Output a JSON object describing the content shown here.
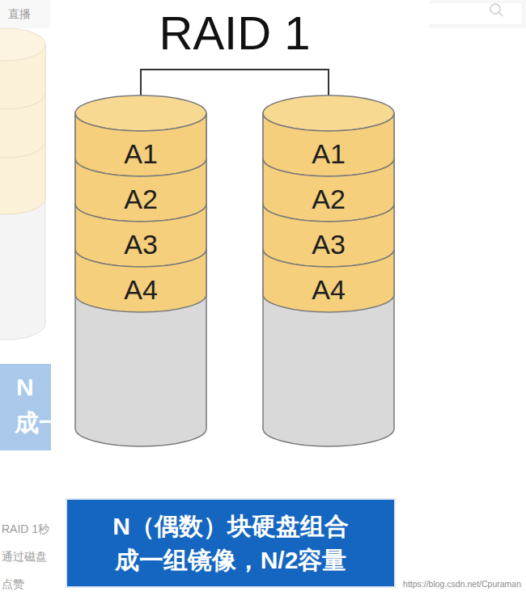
{
  "diagram": {
    "title": "RAID 1",
    "nodes": [
      {
        "text": [
          "A1"
        ]
      },
      {
        "text": [
          "A2"
        ]
      },
      {
        "text": [
          "A3"
        ]
      },
      {
        "text": [
          "A4"
        ]
      },
      {
        "text": [
          "A1"
        ]
      },
      {
        "text": [
          "A2"
        ]
      },
      {
        "text": [
          "A3"
        ]
      },
      {
        "text": [
          "A4"
        ]
      },
      {
        "text": [
          "N（偶数）块硬盘组合 成一组镜像，N/2容量"
        ]
      }
    ],
    "labels": [
      "直播",
      "N",
      "成一",
      "RAID 1秒",
      "通过磁盘",
      "点赞",
      "https://blog.csdn.net/Cpuraman"
    ]
  }
}
